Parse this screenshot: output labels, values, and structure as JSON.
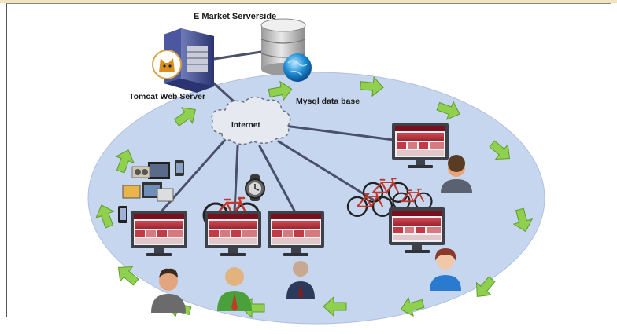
{
  "labels": {
    "serverside_title": "E Market Serverside",
    "web_server": "Tomcat Web Server",
    "database": "Mysql data base",
    "internet": "Internet"
  },
  "colors": {
    "ellipse_fill": "#c7d6ef",
    "arrow_green": "#8fd14f",
    "monitor_frame": "#4a4d55",
    "screen_red": "#c23a45",
    "cloud": "#e6e9f0",
    "line": "#4a4f6a"
  },
  "icons": [
    "server-icon",
    "tomcat-icon",
    "database-icon",
    "globe-icon",
    "cloud-icon",
    "monitor-icon",
    "bicycle-icon",
    "watch-icon",
    "electronics-icon",
    "user-icon",
    "green-arrow-icon"
  ]
}
